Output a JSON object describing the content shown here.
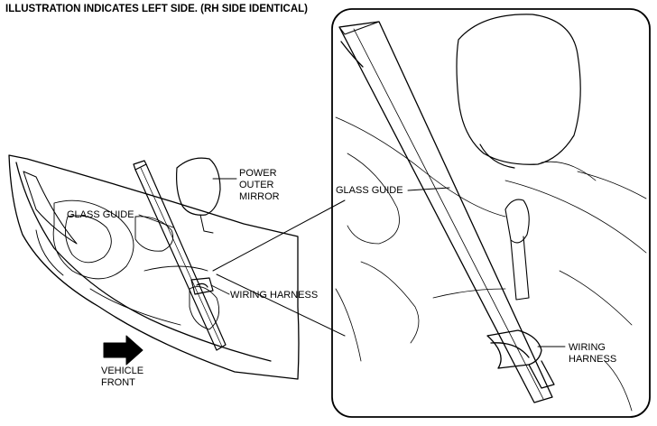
{
  "title": "ILLUSTRATION INDICATES LEFT SIDE.  (RH SIDE IDENTICAL)",
  "labels": {
    "mirror": [
      "POWER",
      "OUTER",
      "MIRROR"
    ],
    "glass_guide_left": "GLASS GUIDE",
    "wiring_harness_left": "WIRING HARNESS",
    "vehicle_front": [
      "VEHICLE",
      "FRONT"
    ],
    "glass_guide_detail": "GLASS GUIDE",
    "wiring_harness_detail": [
      "WIRING",
      "HARNESS"
    ]
  }
}
